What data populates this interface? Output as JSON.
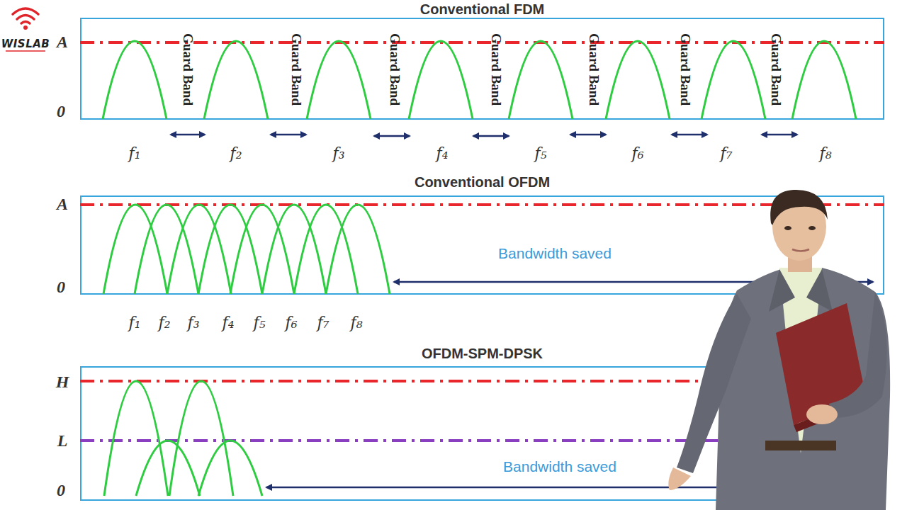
{
  "diagram": {
    "nodes": [
      {
        "text": [
          "Conventional FDM"
        ]
      },
      {
        "text": [
          "Conventional OFDM"
        ]
      },
      {
        "text": [
          "OFDM-SPM-DPSK"
        ]
      }
    ],
    "labels": [
      "WISLAB",
      "A",
      "0",
      "Guard Band",
      "Guard Band",
      "Guard Band",
      "Guard Band",
      "Guard Band",
      "Guard Band",
      "Guard Band",
      "f₁",
      "f₂",
      "f₃",
      "f₄",
      "f₅",
      "f₆",
      "f₇",
      "f₈",
      "A",
      "0",
      "f₁",
      "f₂",
      "f₃",
      "f₄",
      "f₅",
      "f₆",
      "f₇",
      "f₈",
      "Bandwidth saved",
      "H",
      "L",
      "0",
      "Bandwidth saved"
    ]
  }
}
